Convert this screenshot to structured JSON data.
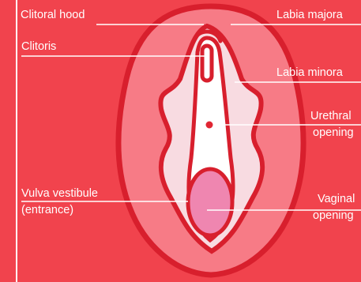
{
  "diagram": {
    "labels": {
      "clitoral_hood": "Clitoral hood",
      "clitoris": "Clitoris",
      "labia_majora": "Labia majora",
      "labia_minora": "Labia minora",
      "urethral_opening_line1": "Urethral",
      "urethral_opening_line2": "opening",
      "vulva_vestibule_line1": "Vulva vestibule",
      "vulva_vestibule_line2": "(entrance)",
      "vaginal_opening_line1": "Vaginal",
      "vaginal_opening_line2": "opening"
    }
  },
  "colors": {
    "background": "#f1434d",
    "outline": "#d81f2d",
    "labia_majora_fill": "#f77b86",
    "labia_minora_fill": "#f8dbe1",
    "vestibule_fill": "#ffffff",
    "vaginal_opening_fill": "#ef86b0",
    "label_text": "#ffffff"
  }
}
